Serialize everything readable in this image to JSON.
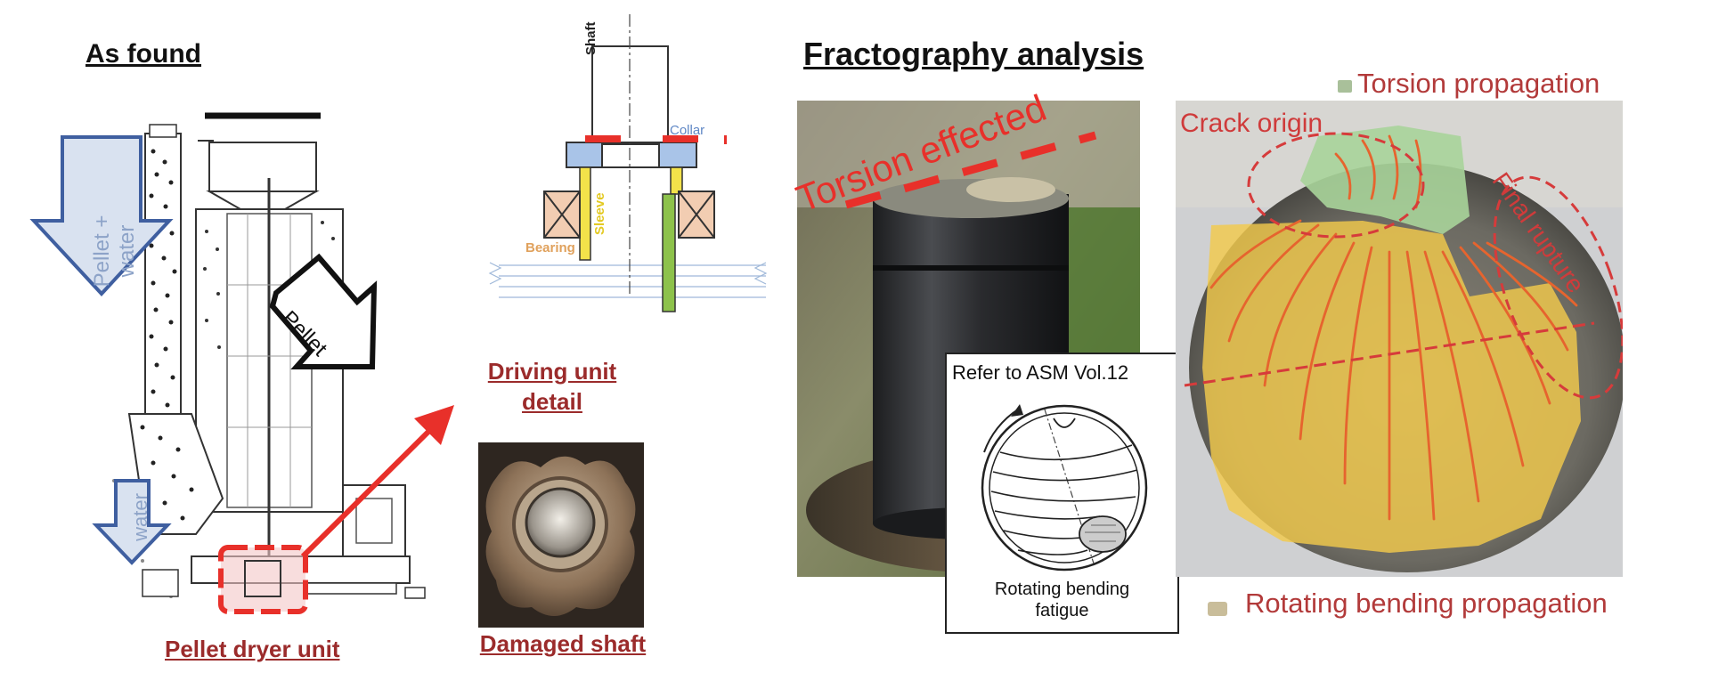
{
  "headings": {
    "as_found": "As found",
    "fractography": "Fractography analysis"
  },
  "left": {
    "arrow_pellet_water": "Pellet +\nwater",
    "arrow_pellet": "Pellet",
    "arrow_water": "water",
    "caption_dryer": "Pellet dryer unit"
  },
  "detail": {
    "shaft": "Shaft",
    "collar": "Collar",
    "sleeve": "Sleeve",
    "bearing": "Bearing",
    "caption_driving": "Driving unit\ndetail",
    "caption_damaged": "Damaged shaft"
  },
  "fracto": {
    "torsion_effected": "Torsion effected",
    "crack_origin": "Crack origin",
    "final_rupture": "Final rupture",
    "legend_torsion": "Torsion propagation",
    "legend_rotating": "Rotating bending propagation",
    "asm_title": "Refer to ASM Vol.12",
    "asm_caption": "Rotating bending\nfatigue"
  },
  "colors": {
    "accent_red": "#e8302a",
    "caption_red": "#9b2b2b",
    "legend_red": "#b23a3a",
    "arrow_fill": "#d9e2f0",
    "arrow_stroke": "#3f5fa0",
    "torsion_green": "#a9d49a",
    "bending_yellow": "#f2c94c",
    "collar_blue": "#a9c4e8",
    "sleeve_yellow": "#f3e24a",
    "bearing_tan": "#f2cdb2",
    "shaft_green": "#8dc24b"
  }
}
